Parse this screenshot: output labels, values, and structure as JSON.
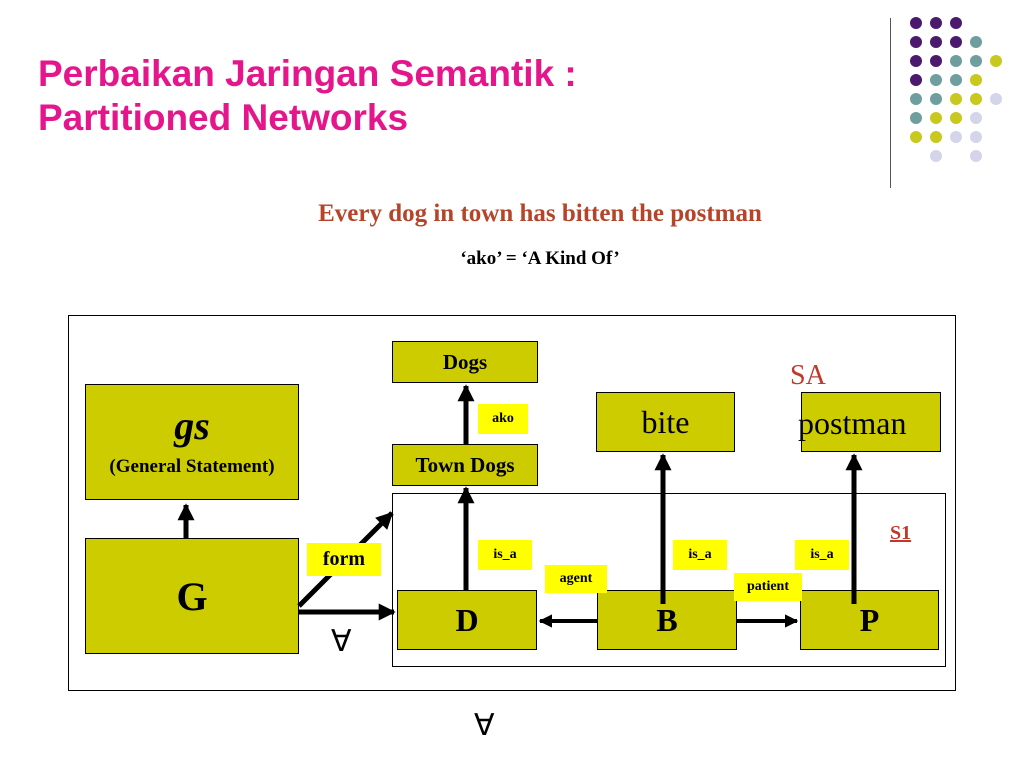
{
  "title": {
    "line1": "Perbaikan Jaringan Semantik :",
    "line2": "Partitioned Networks"
  },
  "subtitle": "Every dog in town has bitten the postman",
  "note": "‘ako’ = ‘A Kind Of’",
  "diagram": {
    "partition_outer_label": "SA",
    "partition_inner_label": "S1",
    "nodes": {
      "dogs": "Dogs",
      "town_dogs": "Town Dogs",
      "bite": "bite",
      "postman": "postman",
      "gs_main": "gs",
      "gs_sub": "(General Statement)",
      "g": "G",
      "d": "D",
      "b": "B",
      "p": "P"
    },
    "edge_labels": {
      "ako": "ako",
      "form": "form",
      "is_a_d": "is_a",
      "is_a_b": "is_a",
      "is_a_p": "is_a",
      "agent": "agent",
      "patient": "patient"
    },
    "quantifier_inner": "∀",
    "quantifier_outer": "∀"
  },
  "colors": {
    "title": "#e5168c",
    "subtitle": "#b5452a",
    "node_fill": "#cccc00",
    "label_fill": "#ffff00",
    "partition_label": "#c0392b",
    "dot_purple": "#4b1a6e",
    "dot_teal": "#6e9e9e",
    "dot_olive": "#c8c81e",
    "dot_lavender": "#d4d4ea"
  }
}
